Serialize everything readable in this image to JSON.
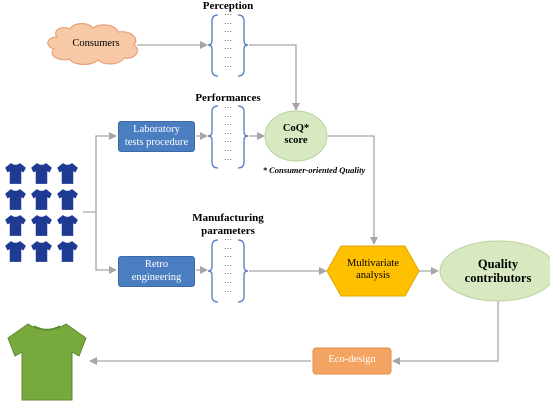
{
  "headings": {
    "perception": "Perception",
    "performances": "Performances",
    "manufacturing": "Manufacturing\nparameters"
  },
  "nodes": {
    "consumers": "Consumers",
    "lab_tests": "Laboratory\ntests procedure",
    "retro": "Retro\nengineering",
    "coq": "CoQ*\nscore",
    "multivariate": "Multivariate\nanalysis",
    "quality": "Quality\ncontributors",
    "eco": "Eco-design"
  },
  "footnote": "* Consumer-oriented Quality",
  "bracket_dots": "…",
  "colors": {
    "cloud_fill": "#f8c9a6",
    "cloud_stroke": "#e8a27a",
    "blue_box": "#4a7ec1",
    "coq_fill": "#d8e8c0",
    "hexagon": "#ffc000",
    "quality_fill": "#d8e8c0",
    "eco_fill": "#f4a461",
    "tshirt_navy": "#1f3a93",
    "tshirt_green": "#77a93c",
    "arrow": "#a6a6a6",
    "bracket": "#4e7bbd"
  },
  "icons": {
    "shirt_grid": "tshirt-icon",
    "green_shirt": "tshirt-icon"
  }
}
